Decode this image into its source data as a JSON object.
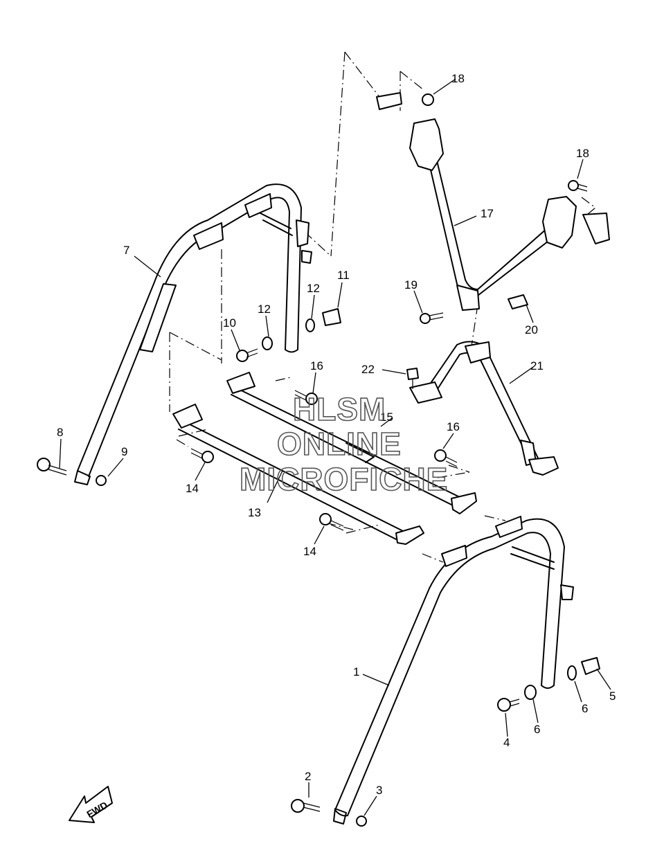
{
  "watermark": {
    "line1": "HLSM",
    "line2": "ONLINE",
    "line3": "MICROFICHE"
  },
  "fwd_label": "FWD",
  "callouts": {
    "p1": "1",
    "p2": "2",
    "p3": "3",
    "p4": "4",
    "p5": "5",
    "p6a": "6",
    "p6b": "6",
    "p7": "7",
    "p8": "8",
    "p9": "9",
    "p10": "10",
    "p11": "11",
    "p12a": "12",
    "p12b": "12",
    "p13": "13",
    "p14a": "14",
    "p14b": "14",
    "p15": "15",
    "p16a": "16",
    "p16b": "16",
    "p17": "17",
    "p18a": "18",
    "p18b": "18",
    "p19": "19",
    "p20": "20",
    "p21": "21",
    "p22": "22"
  }
}
